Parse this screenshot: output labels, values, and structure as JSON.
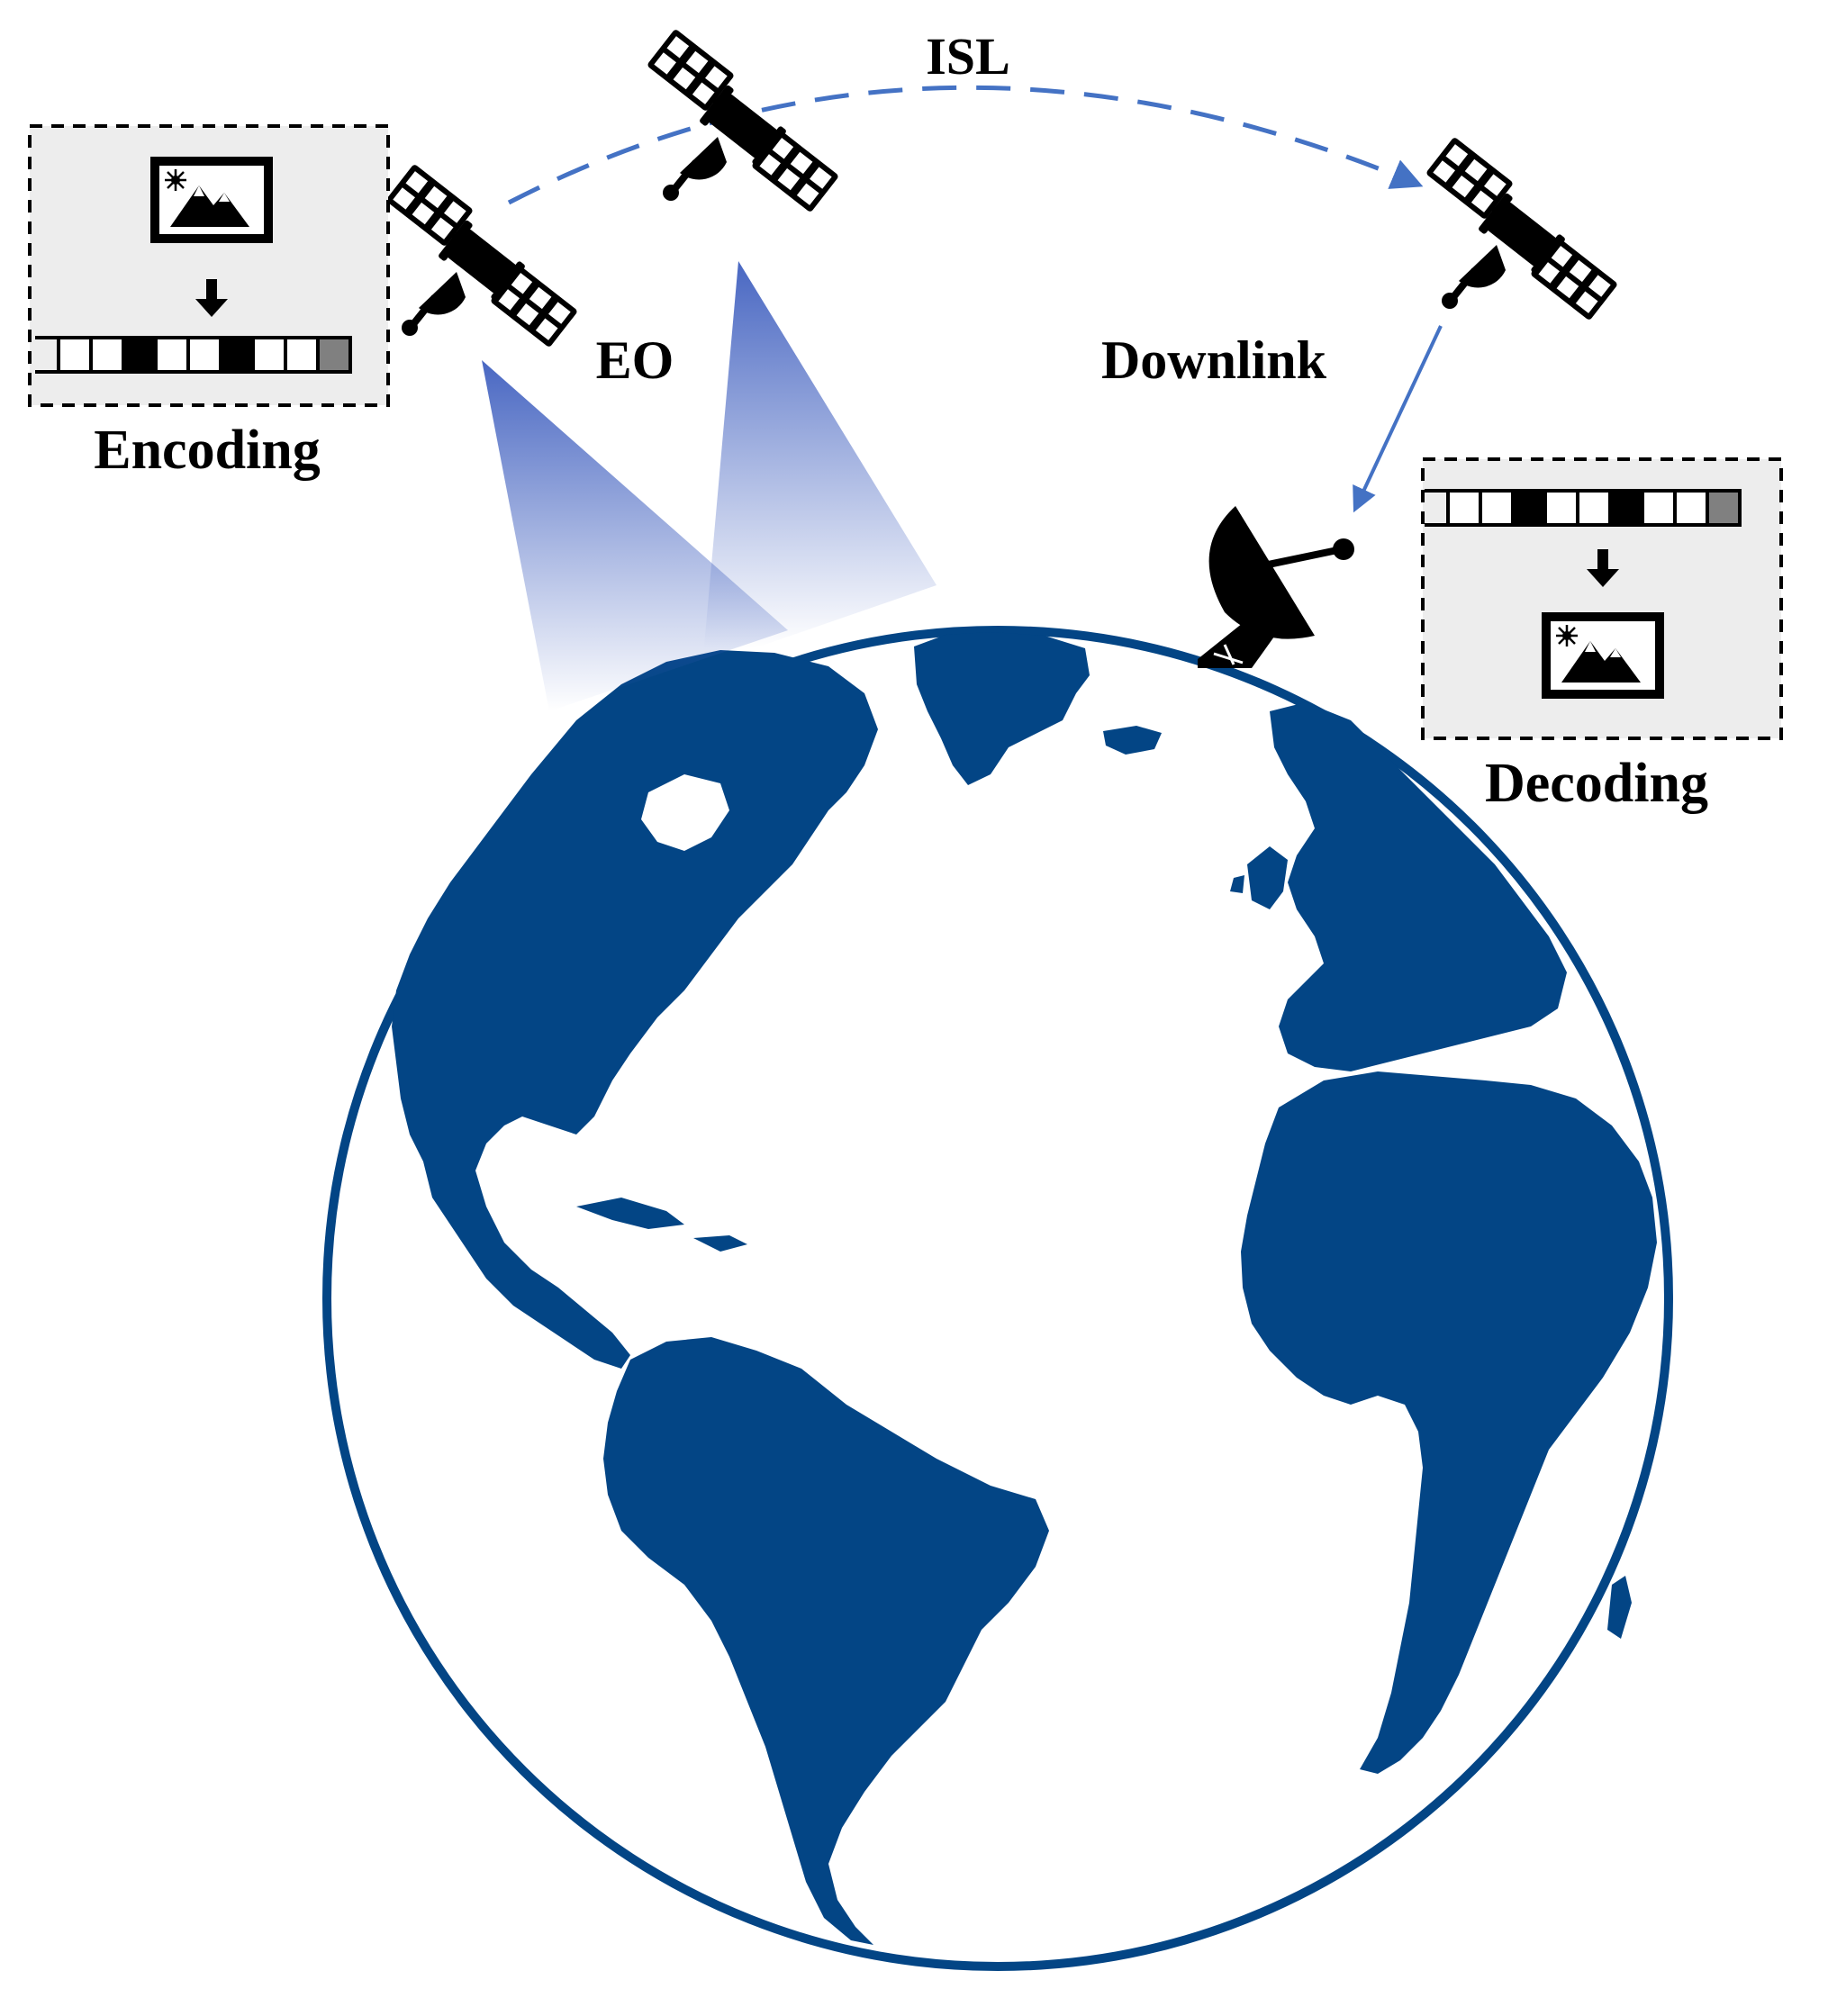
{
  "labels": {
    "isl": "ISL",
    "eo": "EO",
    "downlink": "Downlink",
    "encoding": "Encoding",
    "decoding": "Decoding"
  },
  "colors": {
    "earth": "#034585",
    "link": "#4472C4",
    "beam": "#3F5FBF",
    "panel_bg": "#EDEDED",
    "bit_gray": "#808080"
  },
  "bitstream": [
    "white",
    "white",
    "black",
    "white",
    "white",
    "black",
    "white",
    "white",
    "gray"
  ],
  "icons": {
    "satellite": "satellite-icon",
    "ground_station": "satellite-dish-icon",
    "image": "image-icon",
    "arrow": "arrow-down-icon",
    "earth": "globe-icon"
  }
}
